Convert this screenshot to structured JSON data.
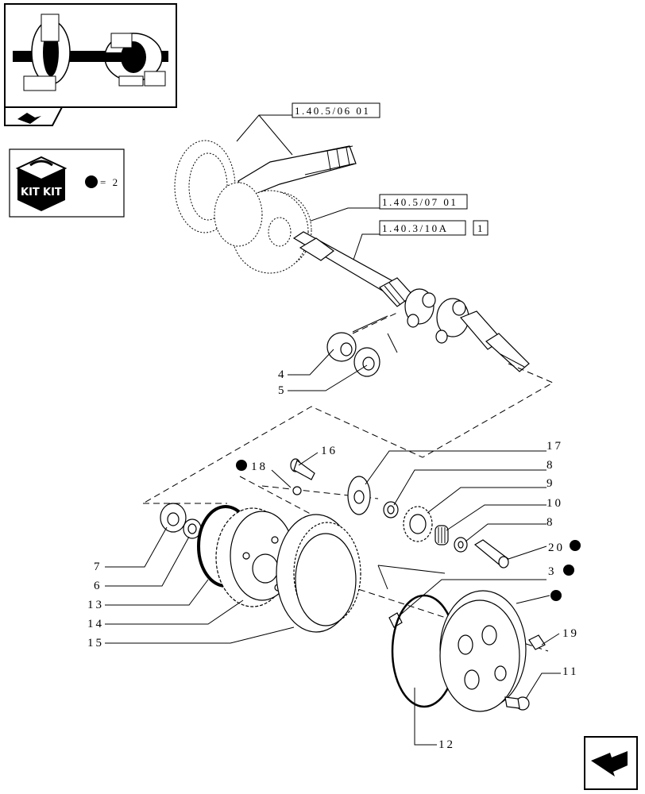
{
  "references": [
    {
      "id": "ref-1",
      "text": "1.40.5/06 01"
    },
    {
      "id": "ref-2",
      "text": "1.40.5/07 01"
    },
    {
      "id": "ref-3",
      "text": "1.40.3/10A",
      "item": "1"
    }
  ],
  "kit_legend": {
    "kit_labels": [
      "KIT",
      "KIT"
    ],
    "equals_text": "= 2"
  },
  "callouts": {
    "c4": "4",
    "c5": "5",
    "c7": "7",
    "c6": "6",
    "c13": "13",
    "c14": "14",
    "c15": "15",
    "c16": "16",
    "c18": "18",
    "c17": "17",
    "c8a": "8",
    "c9": "9",
    "c10": "10",
    "c8b": "8",
    "c20": "20",
    "c3": "3",
    "c19": "19",
    "c11": "11",
    "c12": "12"
  }
}
